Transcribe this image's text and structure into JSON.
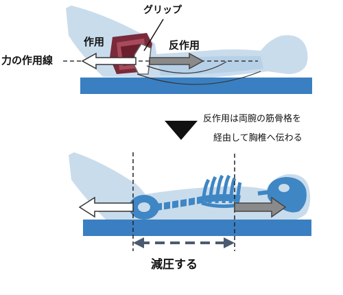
{
  "top_scene": {
    "grip_label": "グリップ",
    "action_label": "作用",
    "reaction_label": "反作用",
    "force_line_label": "力の作用線"
  },
  "transition": {
    "note_line1": "反作用は両腕の筋骨格を",
    "note_line2": "経由して胸椎へ伝わる"
  },
  "bottom_scene": {
    "decompress_label": "減圧する"
  },
  "colors": {
    "mat": "#3a7fc1",
    "body_light": "#c9dcec",
    "body_mid": "#a8c8e6",
    "skeleton": "#3f86c4",
    "grip_device": "#7a2a3a",
    "arrow_reaction": "#8a8a8a",
    "arrow_action": "#ffffff",
    "dashed": "#4a5a70"
  }
}
